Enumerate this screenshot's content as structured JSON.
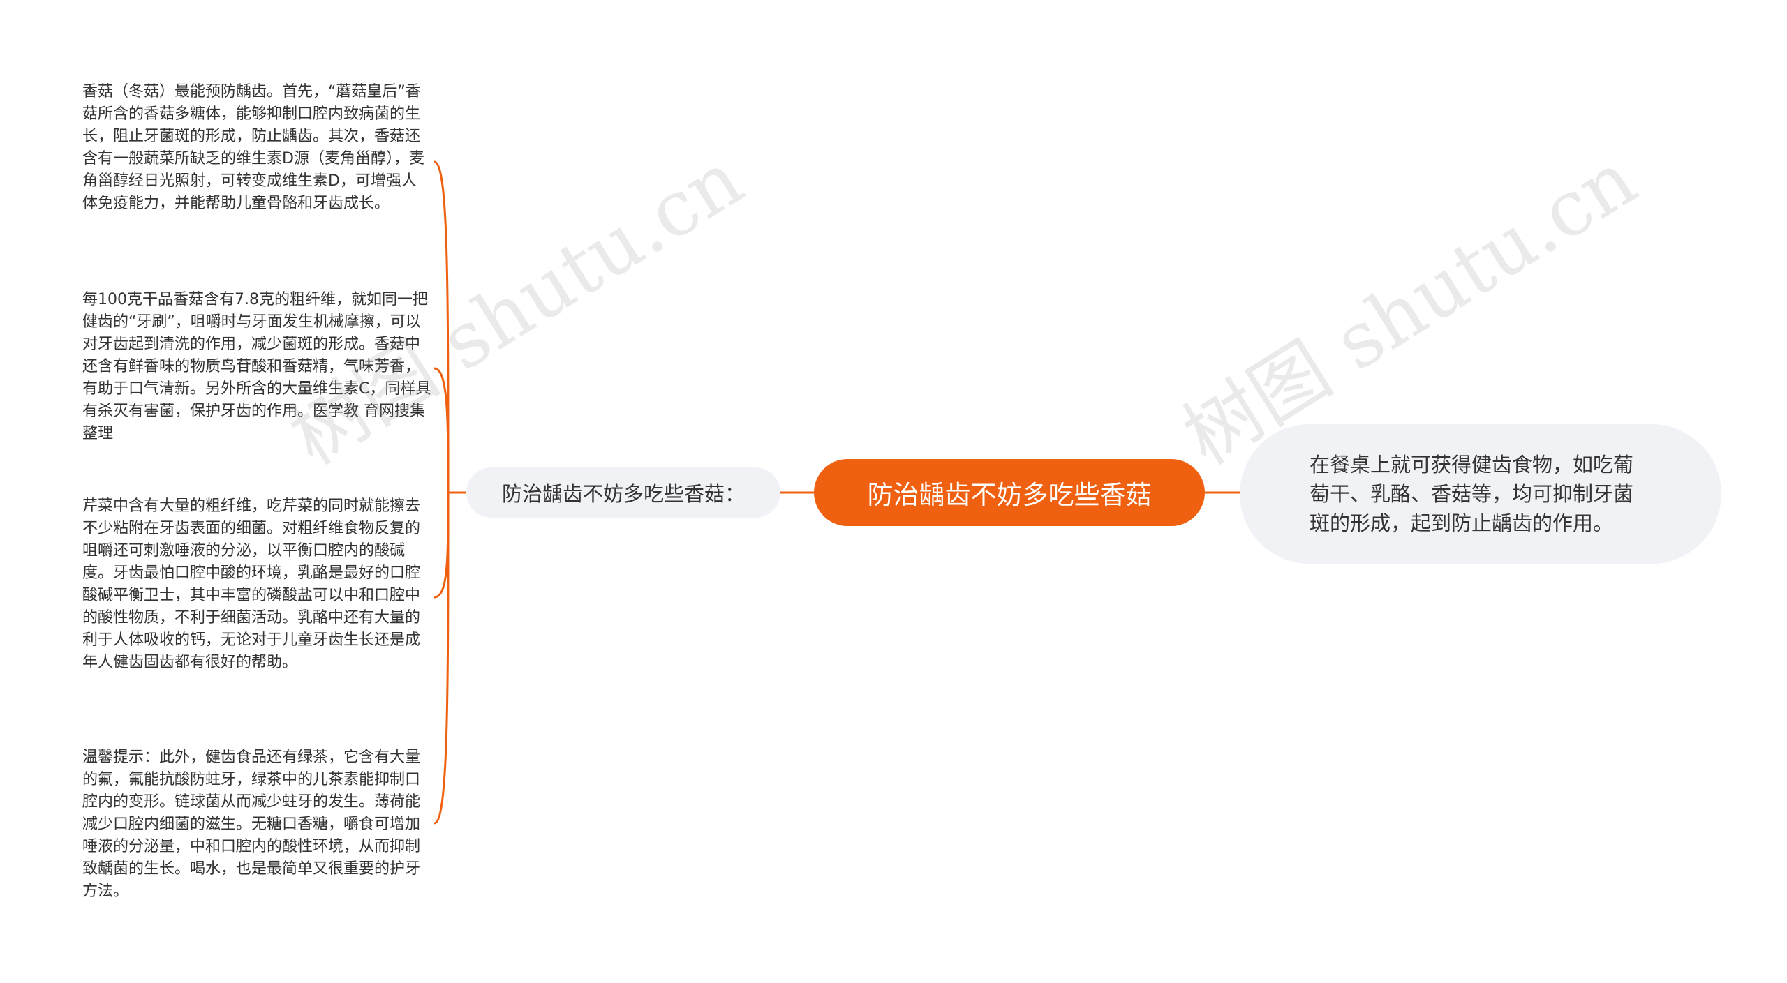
{
  "center": {
    "label": "防治龋齿不妨多吃些香菇"
  },
  "branch": {
    "label": "防治龋齿不妨多吃些香菇："
  },
  "right": {
    "text": "在餐桌上就可获得健齿食物，如吃葡萄干、乳酪、香菇等，均可抑制牙菌斑的形成，起到防止龋齿的作用。"
  },
  "leaves": [
    {
      "text": "香菇（冬菇）最能预防龋齿。首先，“蘑菇皇后”香菇所含的香菇多糖体，能够抑制口腔内致病菌的生长，阻止牙菌斑的形成，防止龋齿。其次，香菇还含有一般蔬菜所缺乏的维生素D源（麦角甾醇），麦角甾醇经日光照射，可转变成维生素D，可增强人体免疫能力，并能帮助儿童骨骼和牙齿成长。"
    },
    {
      "text": "每100克干品香菇含有7.8克的粗纤维，就如同一把健齿的“牙刷”，咀嚼时与牙面发生机械摩擦，可以对牙齿起到清洗的作用，减少菌斑的形成。香菇中还含有鲜香味的物质鸟苷酸和香菇精，气味芳香，有助于口气清新。另外所含的大量维生素C，同样具有杀灭有害菌，保护牙齿的作用。医学教 育网搜集整理"
    },
    {
      "text": "芹菜中含有大量的粗纤维，吃芹菜的同时就能擦去不少粘附在牙齿表面的细菌。对粗纤维食物反复的咀嚼还可刺激唾液的分泌，以平衡口腔内的酸碱度。牙齿最怕口腔中酸的环境，乳酪是最好的口腔酸碱平衡卫士，其中丰富的磷酸盐可以中和口腔中的酸性物质，不利于细菌活动。乳酪中还有大量的利于人体吸收的钙，无论对于儿童牙齿生长还是成年人健齿固齿都有很好的帮助。"
    },
    {
      "text": "温馨提示：此外，健齿食品还有绿茶，它含有大量的氟，氟能抗酸防蛀牙，绿茶中的儿茶素能抑制口腔内的变形。链球菌从而减少蛀牙的发生。薄荷能减少口腔内细菌的滋生。无糖口香糖，嚼食可增加唾液的分泌量，中和口腔内的酸性环境，从而抑制致龋菌的生长。喝水，也是最简单又很重要的护牙方法。"
    }
  ],
  "watermark": {
    "text": "树图 shutu.cn"
  },
  "colors": {
    "accent": "#ef6110",
    "node_bg": "#f0f2f5",
    "text": "#333333"
  }
}
